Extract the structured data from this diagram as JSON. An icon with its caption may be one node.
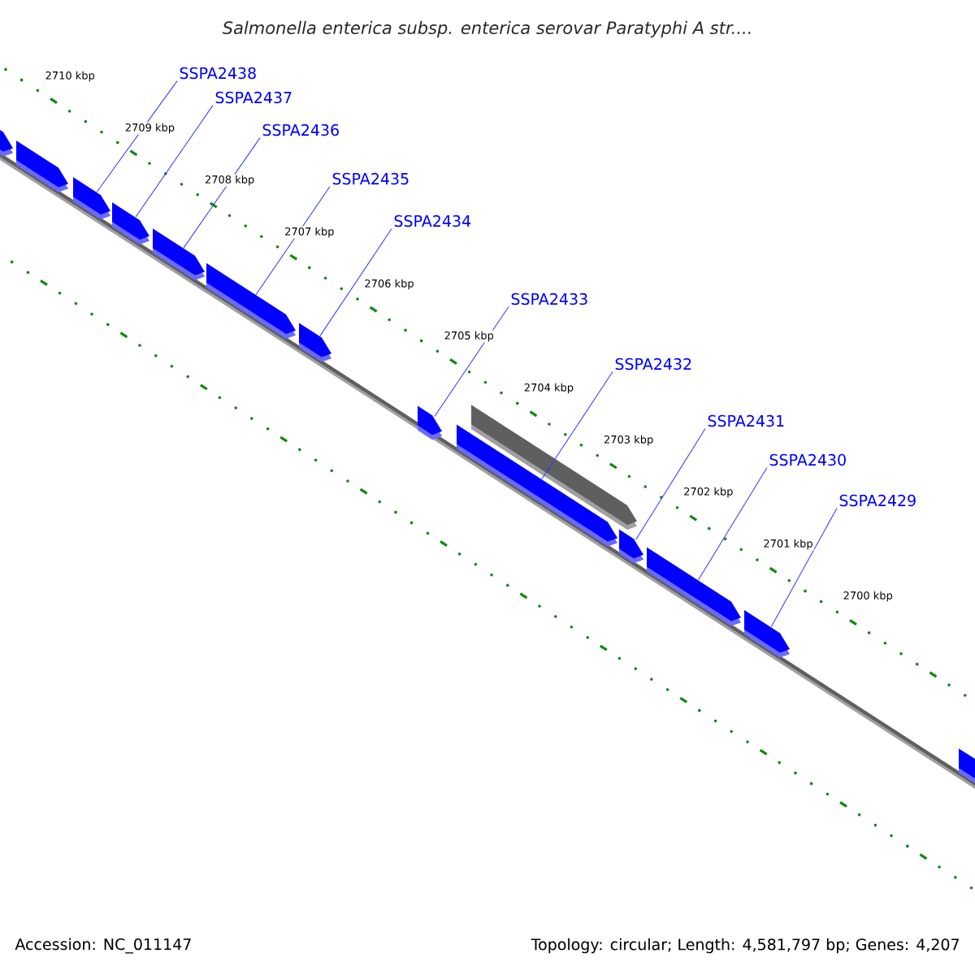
{
  "diagram": {
    "title": "Salmonella enterica subsp. enterica serovar Paratyphi A str....",
    "nodes": [
      {
        "text": [
          "SSPA2438"
        ]
      },
      {
        "text": [
          "SSPA2437"
        ]
      },
      {
        "text": [
          "SSPA2436"
        ]
      },
      {
        "text": [
          "SSPA2435"
        ]
      },
      {
        "text": [
          "SSPA2434"
        ]
      },
      {
        "text": [
          "SSPA2433"
        ]
      },
      {
        "text": [
          "SSPA2432"
        ]
      },
      {
        "text": [
          "SSPA2431"
        ]
      },
      {
        "text": [
          "SSPA2430"
        ]
      },
      {
        "text": [
          "SSPA2429"
        ]
      },
      {
        "text": [],
        "shape": "gene"
      },
      {
        "text": [],
        "shape": "gene"
      },
      {
        "text": [],
        "shape": "gene"
      },
      {
        "text": [],
        "shape": "gene"
      },
      {
        "text": [],
        "shape": "gene"
      },
      {
        "text": [],
        "shape": "gene"
      },
      {
        "text": [],
        "shape": "gene"
      },
      {
        "text": [],
        "shape": "gene"
      },
      {
        "text": [],
        "shape": "gene"
      },
      {
        "text": [],
        "shape": "gene"
      },
      {
        "text": [],
        "shape": "gene"
      },
      {
        "text": [],
        "shape": "gene"
      },
      {
        "text": [],
        "shape": "gene"
      },
      {
        "text": [],
        "shape": "gene"
      }
    ],
    "edges": [
      {
        "from": 0,
        "to": 12,
        "arrow": "none"
      },
      {
        "from": 1,
        "to": 13,
        "arrow": "none"
      },
      {
        "from": 2,
        "to": 14,
        "arrow": "none"
      },
      {
        "from": 3,
        "to": 15,
        "arrow": "none"
      },
      {
        "from": 4,
        "to": 16,
        "arrow": "none"
      },
      {
        "from": 5,
        "to": 17,
        "arrow": "none"
      },
      {
        "from": 6,
        "to": 18,
        "arrow": "none"
      },
      {
        "from": 7,
        "to": 20,
        "arrow": "none"
      },
      {
        "from": 8,
        "to": 21,
        "arrow": "none"
      },
      {
        "from": 9,
        "to": 22,
        "arrow": "none"
      }
    ],
    "labels": [
      "2710 kbp",
      "2709 kbp",
      "2708 kbp",
      "2707 kbp",
      "2706 kbp",
      "2705 kbp",
      "2704 kbp",
      "2703 kbp",
      "2702 kbp",
      "2701 kbp",
      "2700 kbp",
      "Accession: NC_011147",
      "Topology: circular; Length: 4,581,797 bp; Genes: 4,207"
    ]
  }
}
